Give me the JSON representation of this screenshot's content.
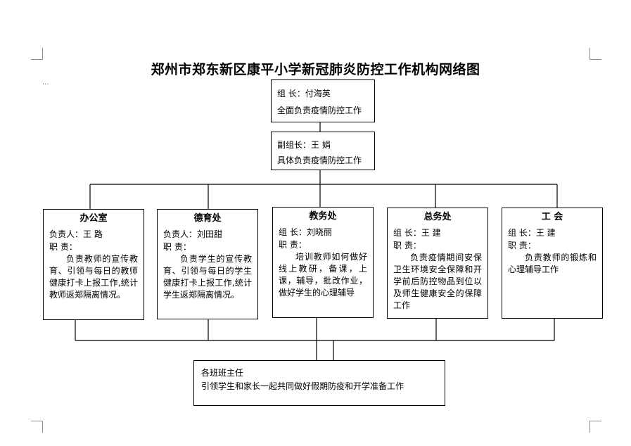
{
  "title": "郑州市郑东新区康平小学新冠肺炎防控工作机构网络图",
  "leader": {
    "role_line": "组  长：付海英",
    "duty": "全面负责疫情防控工作"
  },
  "deputy": {
    "role_line": "副组长：王  娟",
    "duty": "具体负责疫情防控工作"
  },
  "departments": [
    {
      "name": "办公室",
      "head_line": "负责人：王  路",
      "duty_label": "职  责：",
      "description": "负责教师的宣传教育、引领与每日的教师健康打卡上报工作,统计教师返郑隔离情况。"
    },
    {
      "name": "德育处",
      "head_line": "负责人：刘田甜",
      "duty_label": "职  责：",
      "description": "负责学生的宣传教育、引领与每日的学生健康打卡上报工作,统计学生返郑隔离情况。"
    },
    {
      "name": "教务处",
      "head_line": "组  长：刘晓丽",
      "duty_label": "职  责：",
      "description": "培训教师如何做好线上教研，备课，上课，辅导，批改作业，做好学生的心理辅导"
    },
    {
      "name": "总务处",
      "head_line": "组  长：王  建",
      "duty_label": "职  责：",
      "description": "负责疫情期间安保卫生环境安全保障和开学前后防控物品到位以及师生健康安全的保障工作"
    },
    {
      "name": "工  会",
      "head_line": "组  长：王 建",
      "duty_label": "职  责：",
      "description": "负责教师的锻炼和心理辅导工作"
    }
  ],
  "teachers": {
    "title": "各班班主任",
    "duty": "引领学生和家长一起共同做好假期防疫和开学准备工作"
  },
  "page_marker": "..."
}
